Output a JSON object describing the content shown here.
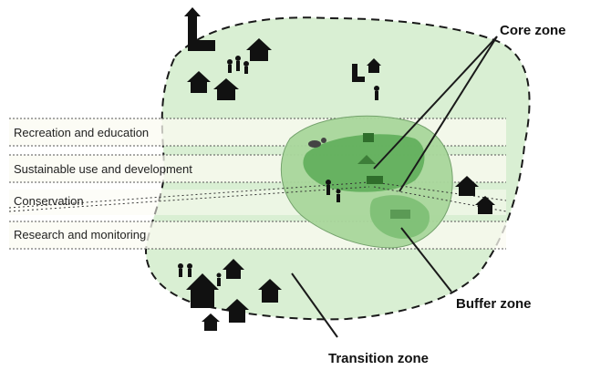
{
  "diagram": {
    "zones": {
      "core": "Core zone",
      "buffer": "Buffer zone",
      "transition": "Transition zone"
    },
    "bands": [
      "Recreation and education",
      "Sustainable use and development",
      "Conservation",
      "Research and monitoring"
    ],
    "colors": {
      "transition_fill": "#d9efd3",
      "buffer_fill": "#a9d79c",
      "core_fill": "#5fae5a",
      "band_fill": "#fbfbf2",
      "outline": "#1a1a1a",
      "icon": "#111111"
    }
  }
}
